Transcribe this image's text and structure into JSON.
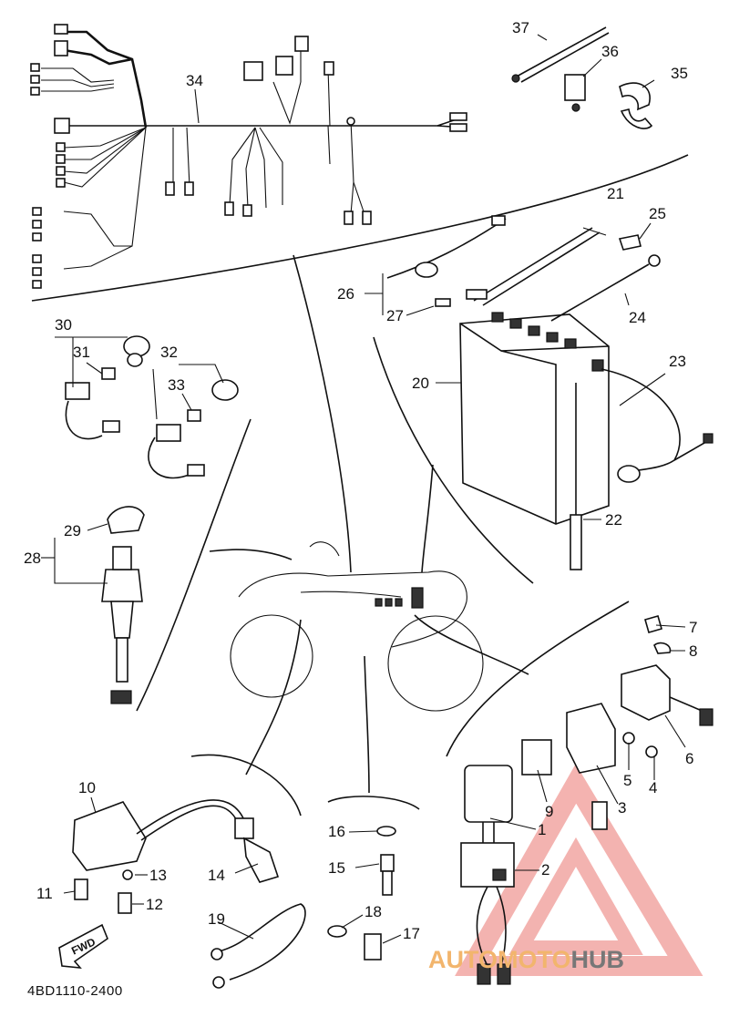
{
  "diagram": {
    "drawing_code": "4BD1110-2400",
    "direction_marker": "FWD",
    "watermark": {
      "part1": "AUTO",
      "part2": "MOTO",
      "part3": "HUB",
      "color_accent": "#f2b56d",
      "color_gray": "#777777",
      "triangle_color": "#f09a96"
    },
    "callouts": [
      "1",
      "2",
      "3",
      "4",
      "5",
      "6",
      "7",
      "8",
      "9",
      "10",
      "11",
      "12",
      "13",
      "14",
      "15",
      "16",
      "17",
      "18",
      "19",
      "20",
      "21",
      "22",
      "23",
      "24",
      "25",
      "26",
      "27",
      "28",
      "29",
      "30",
      "31",
      "32",
      "33",
      "34",
      "35",
      "36",
      "37"
    ]
  }
}
